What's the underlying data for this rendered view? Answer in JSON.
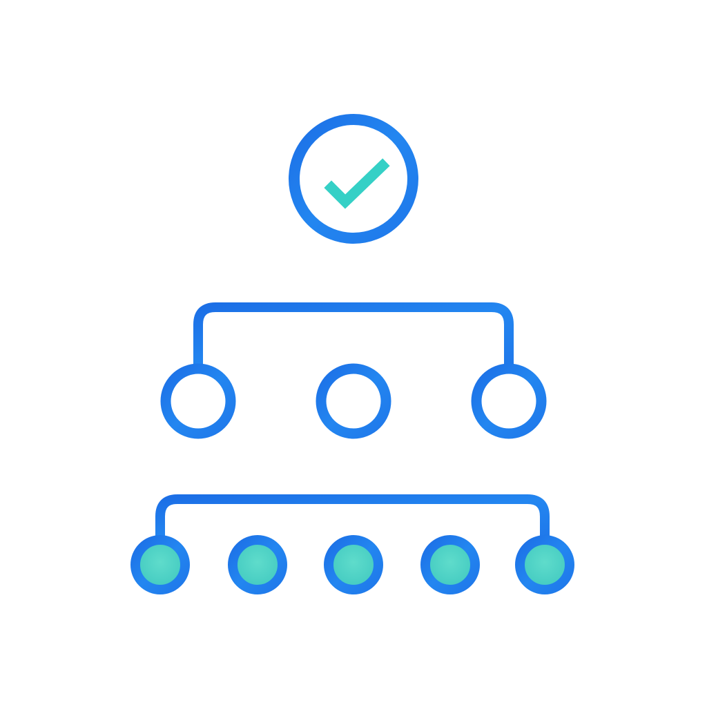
{
  "diagram": {
    "type": "hierarchy-icon",
    "root": {
      "icon": "check-icon",
      "status": "approved"
    },
    "levels": [
      {
        "level": 1,
        "node_count": 3,
        "node_style": "hollow"
      },
      {
        "level": 2,
        "node_count": 5,
        "node_style": "filled"
      }
    ]
  },
  "colors": {
    "background": "#ffffff",
    "stroke": "#1f7ae8",
    "check": "#35d0c6",
    "leaf_fill": "#4fd4c4"
  }
}
